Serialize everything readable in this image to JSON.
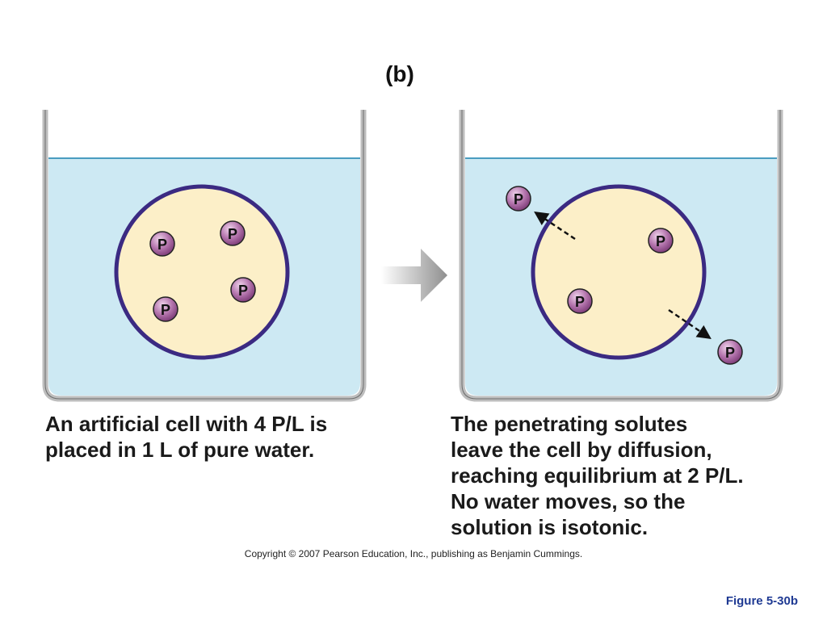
{
  "panel_label": "(b)",
  "solute_symbol": "P",
  "left_caption": [
    "An artificial cell with 4 P/L is",
    "placed in 1 L of pure water."
  ],
  "right_caption": [
    "The penetrating solutes",
    "leave the cell by diffusion,",
    "reaching equilibrium at 2 P/L.",
    "No water moves, so the",
    "solution is isotonic."
  ],
  "copyright": "Copyright © 2007 Pearson Education, Inc., publishing as Benjamin Cummings.",
  "figure_label": "Figure 5-30b",
  "colors": {
    "water": "#cde9f3",
    "water_surface": "#4a9cc0",
    "cell_fill": "#fcefc8",
    "cell_membrane": "#3b2a82",
    "solute": "#b070a8",
    "beaker": "#bdbdbd",
    "arrow": "#9a9a9a",
    "figure_label": "#1f3a93"
  }
}
